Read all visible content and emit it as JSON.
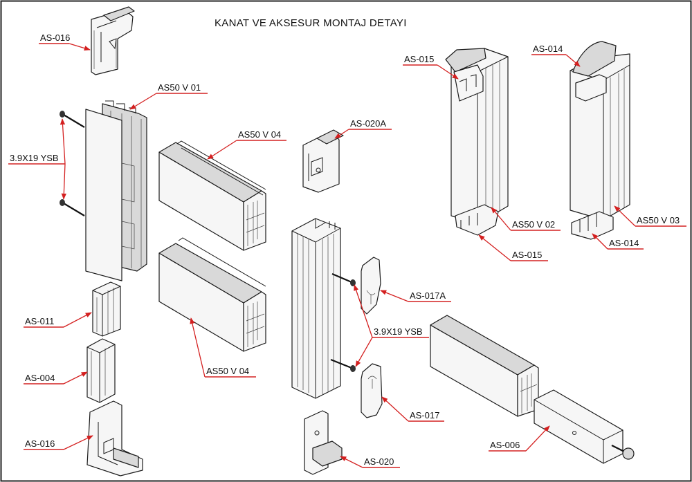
{
  "title": "KANAT  VE AKSESUR MONTAJ  DETAYI",
  "labels": {
    "as016_top": "AS-016",
    "as50v01": "AS50 V 01",
    "screw_left": "3.9X19 YSB",
    "as50v04_top": "AS50 V 04",
    "as020a": "AS-020A",
    "as015_top": "AS-015",
    "as014_top": "AS-014",
    "as50v02": "AS50 V 02",
    "as015_bottom": "AS-015",
    "as014_bottom": "AS-014",
    "as50v03": "AS50 V 03",
    "as017a": "AS-017A",
    "screw_right": "3.9X19 YSB",
    "as011": "AS-011",
    "as004": "AS-004",
    "as50v04_bottom": "AS50 V 04",
    "as017": "AS-017",
    "as006": "AS-006",
    "as016_bottom": "AS-016",
    "as020": "AS-020"
  },
  "colors": {
    "leader": "#d42020",
    "outline": "#1a1a1a",
    "frame": "#222222"
  }
}
